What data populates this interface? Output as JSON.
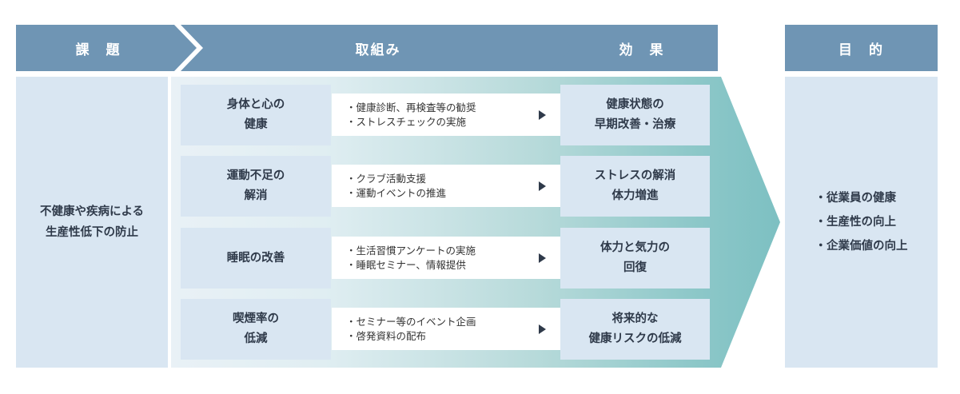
{
  "headers": {
    "issue": "課　題",
    "initiatives": "取組み",
    "effects": "効　果",
    "purpose": "目　的"
  },
  "issue": "不健康や疾病による\n生産性低下の防止",
  "rows": [
    {
      "left": "身体と心の\n健康",
      "mid": [
        "健康診断、再検査等の勧奨",
        "ストレスチェックの実施"
      ],
      "right": "健康状態の\n早期改善・治療"
    },
    {
      "left": "運動不足の\n解消",
      "mid": [
        "クラブ活動支援",
        "運動イベントの推進"
      ],
      "right": "ストレスの解消\n体力増進"
    },
    {
      "left": "睡眠の改善",
      "mid": [
        "生活習慣アンケートの実施",
        "睡眠セミナー、情報提供"
      ],
      "right": "体力と気力の\n回復"
    },
    {
      "left": "喫煙率の\n低減",
      "mid": [
        "セミナー等のイベント企画",
        "啓発資料の配布"
      ],
      "right": "将来的な\n健康リスクの低減"
    }
  ],
  "purpose": [
    "従業員の健康",
    "生産性の向上",
    "企業価値の向上"
  ],
  "colors": {
    "header": "#6f95b4",
    "panel": "#d9e6f2",
    "arrow_start": "#e9f1f6",
    "arrow_end": "#7dc0c2",
    "text": "#2f3a4a"
  }
}
